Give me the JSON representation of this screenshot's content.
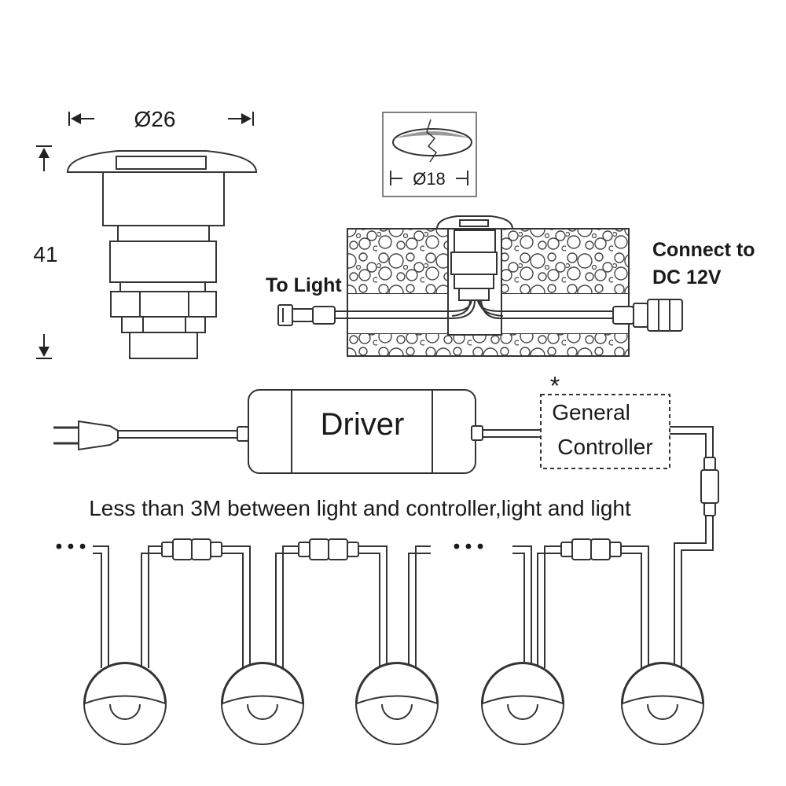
{
  "dimensions": {
    "diameter": "Ø26",
    "height": "41",
    "hole_diameter": "Ø18"
  },
  "install": {
    "to_light": "To Light",
    "connect_line1": "Connect to",
    "connect_line2": "DC 12V"
  },
  "wiring": {
    "driver": "Driver",
    "controller_line1": "General",
    "controller_line2": "Controller",
    "asterisk": "*",
    "note": "Less than 3M between light and controller,light and light",
    "ellipsis": "• • •"
  }
}
